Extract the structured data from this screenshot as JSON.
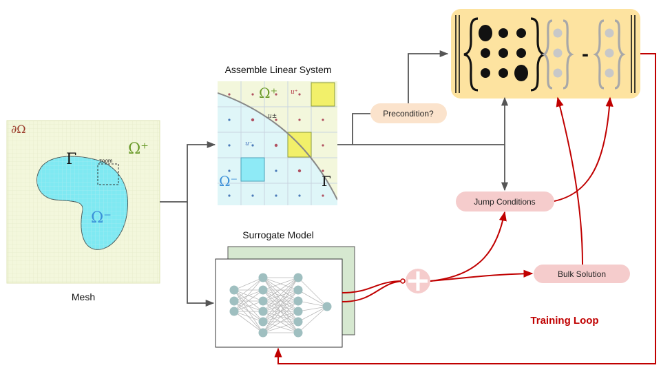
{
  "mesh": {
    "label": "Mesh",
    "boundary_label": "∂Ω",
    "interface_label": "Γ",
    "omega_plus": "Ω⁺",
    "omega_minus": "Ω⁻",
    "zoom_label": "zoom"
  },
  "linear_system": {
    "title": "Assemble Linear System",
    "omega_plus": "Ω⁺",
    "omega_minus": "Ω⁻",
    "interface_label": "Γ",
    "u_plus": "u⁺",
    "u_minus": "u⁻",
    "u_pm": "u±"
  },
  "surrogate": {
    "title": "Surrogate Model"
  },
  "nodes": {
    "precondition": "Precondition?",
    "jump_conditions": "Jump Conditions",
    "bulk_solution": "Bulk Solution"
  },
  "residual": {
    "minus_sign": "-"
  },
  "training_loop": {
    "label": "Training Loop"
  },
  "colors": {
    "arrow_gray": "#555555",
    "training_red": "#c00000",
    "pill_fill": "#f5cccc",
    "precondition_fill": "#fbe3cc",
    "panel_yellow": "#fde3a0",
    "mesh_bg": "#f3f7dc",
    "cyan": "#7fe9f2",
    "omega_plus_green": "#6a9a2a",
    "omega_minus_blue": "#3a8fd8",
    "network_node": "#9fbfc0",
    "network_back_panel": "#d6e8d0"
  }
}
